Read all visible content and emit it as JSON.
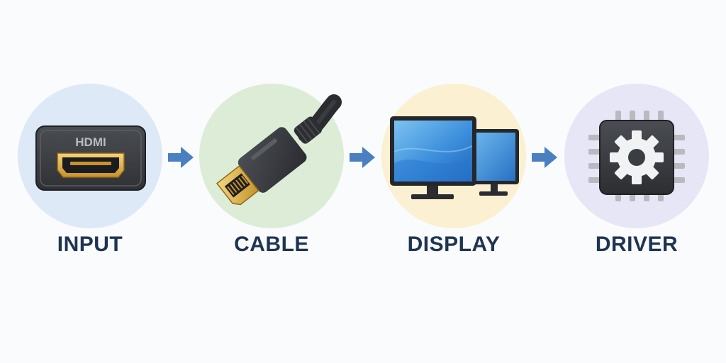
{
  "steps": [
    {
      "label": "INPUT",
      "icon": "hdmi-port-icon",
      "bg": "#dde9f6"
    },
    {
      "label": "CABLE",
      "icon": "displayport-cable-icon",
      "bg": "#dcecd7"
    },
    {
      "label": "DISPLAY",
      "icon": "dual-monitor-icon",
      "bg": "#fbf0d2"
    },
    {
      "label": "DRIVER",
      "icon": "gear-chip-icon",
      "bg": "#e6e6f6"
    }
  ],
  "port_text": "HDMI",
  "colors": {
    "arrow": "#4a7fc1",
    "label": "#1f3452"
  }
}
